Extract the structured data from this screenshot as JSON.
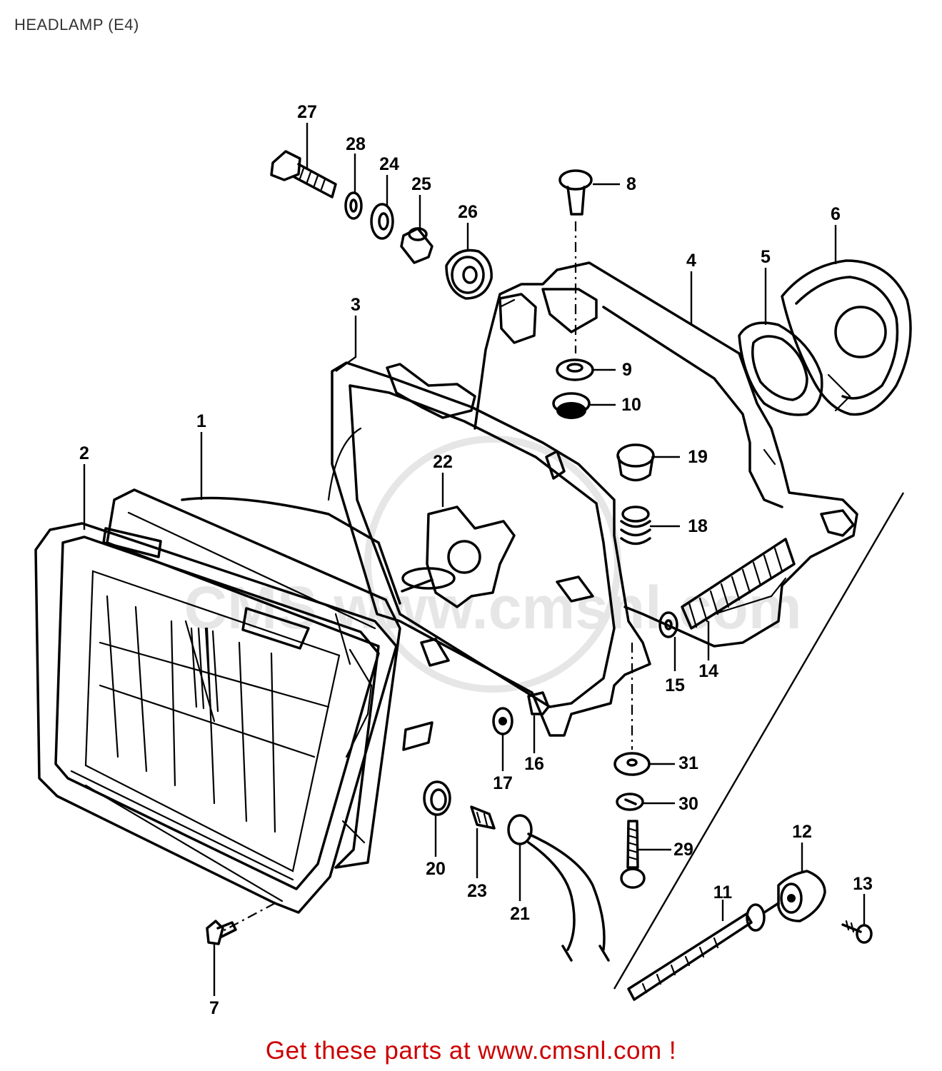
{
  "title": "HEADLAMP (E4)",
  "footer": "Get these parts at www.cmsnl.com !",
  "watermark": "CMS www.cmsnl.com",
  "part_numbers": {
    "p1": "1",
    "p2": "2",
    "p3": "3",
    "p4": "4",
    "p5": "5",
    "p6": "6",
    "p7": "7",
    "p8": "8",
    "p9": "9",
    "p10": "10",
    "p11": "11",
    "p12": "12",
    "p13": "13",
    "p14": "14",
    "p15": "15",
    "p16": "16",
    "p17": "17",
    "p18": "18",
    "p19": "19",
    "p20": "20",
    "p21": "21",
    "p22": "22",
    "p23": "23",
    "p24": "24",
    "p25": "25",
    "p26": "26",
    "p27": "27",
    "p28": "28",
    "p29": "29",
    "p30": "30",
    "p31": "31"
  },
  "colors": {
    "footer": "#cc0000",
    "title": "#333333",
    "lines": "#000000"
  }
}
